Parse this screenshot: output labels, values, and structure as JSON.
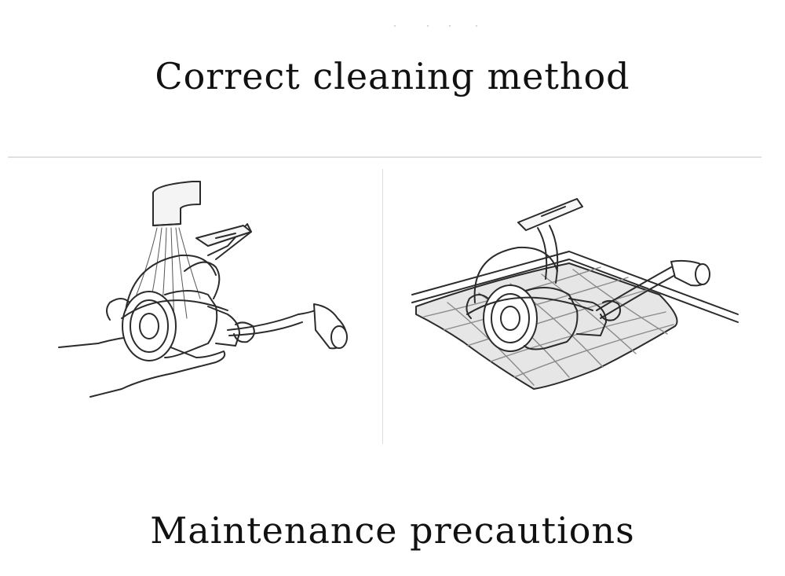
{
  "headings": {
    "top": "Correct cleaning method",
    "bottom": "Maintenance precautions"
  },
  "illustrations": {
    "left": "reel-under-running-faucet-in-hand",
    "right": "reel-resting-on-cloth-on-table"
  },
  "colors": {
    "background": "#ffffff",
    "text": "#111111",
    "line_art": "#2b2b2b",
    "divider": "#e1e1e1",
    "cloth_fill": "#e6e6e6"
  }
}
